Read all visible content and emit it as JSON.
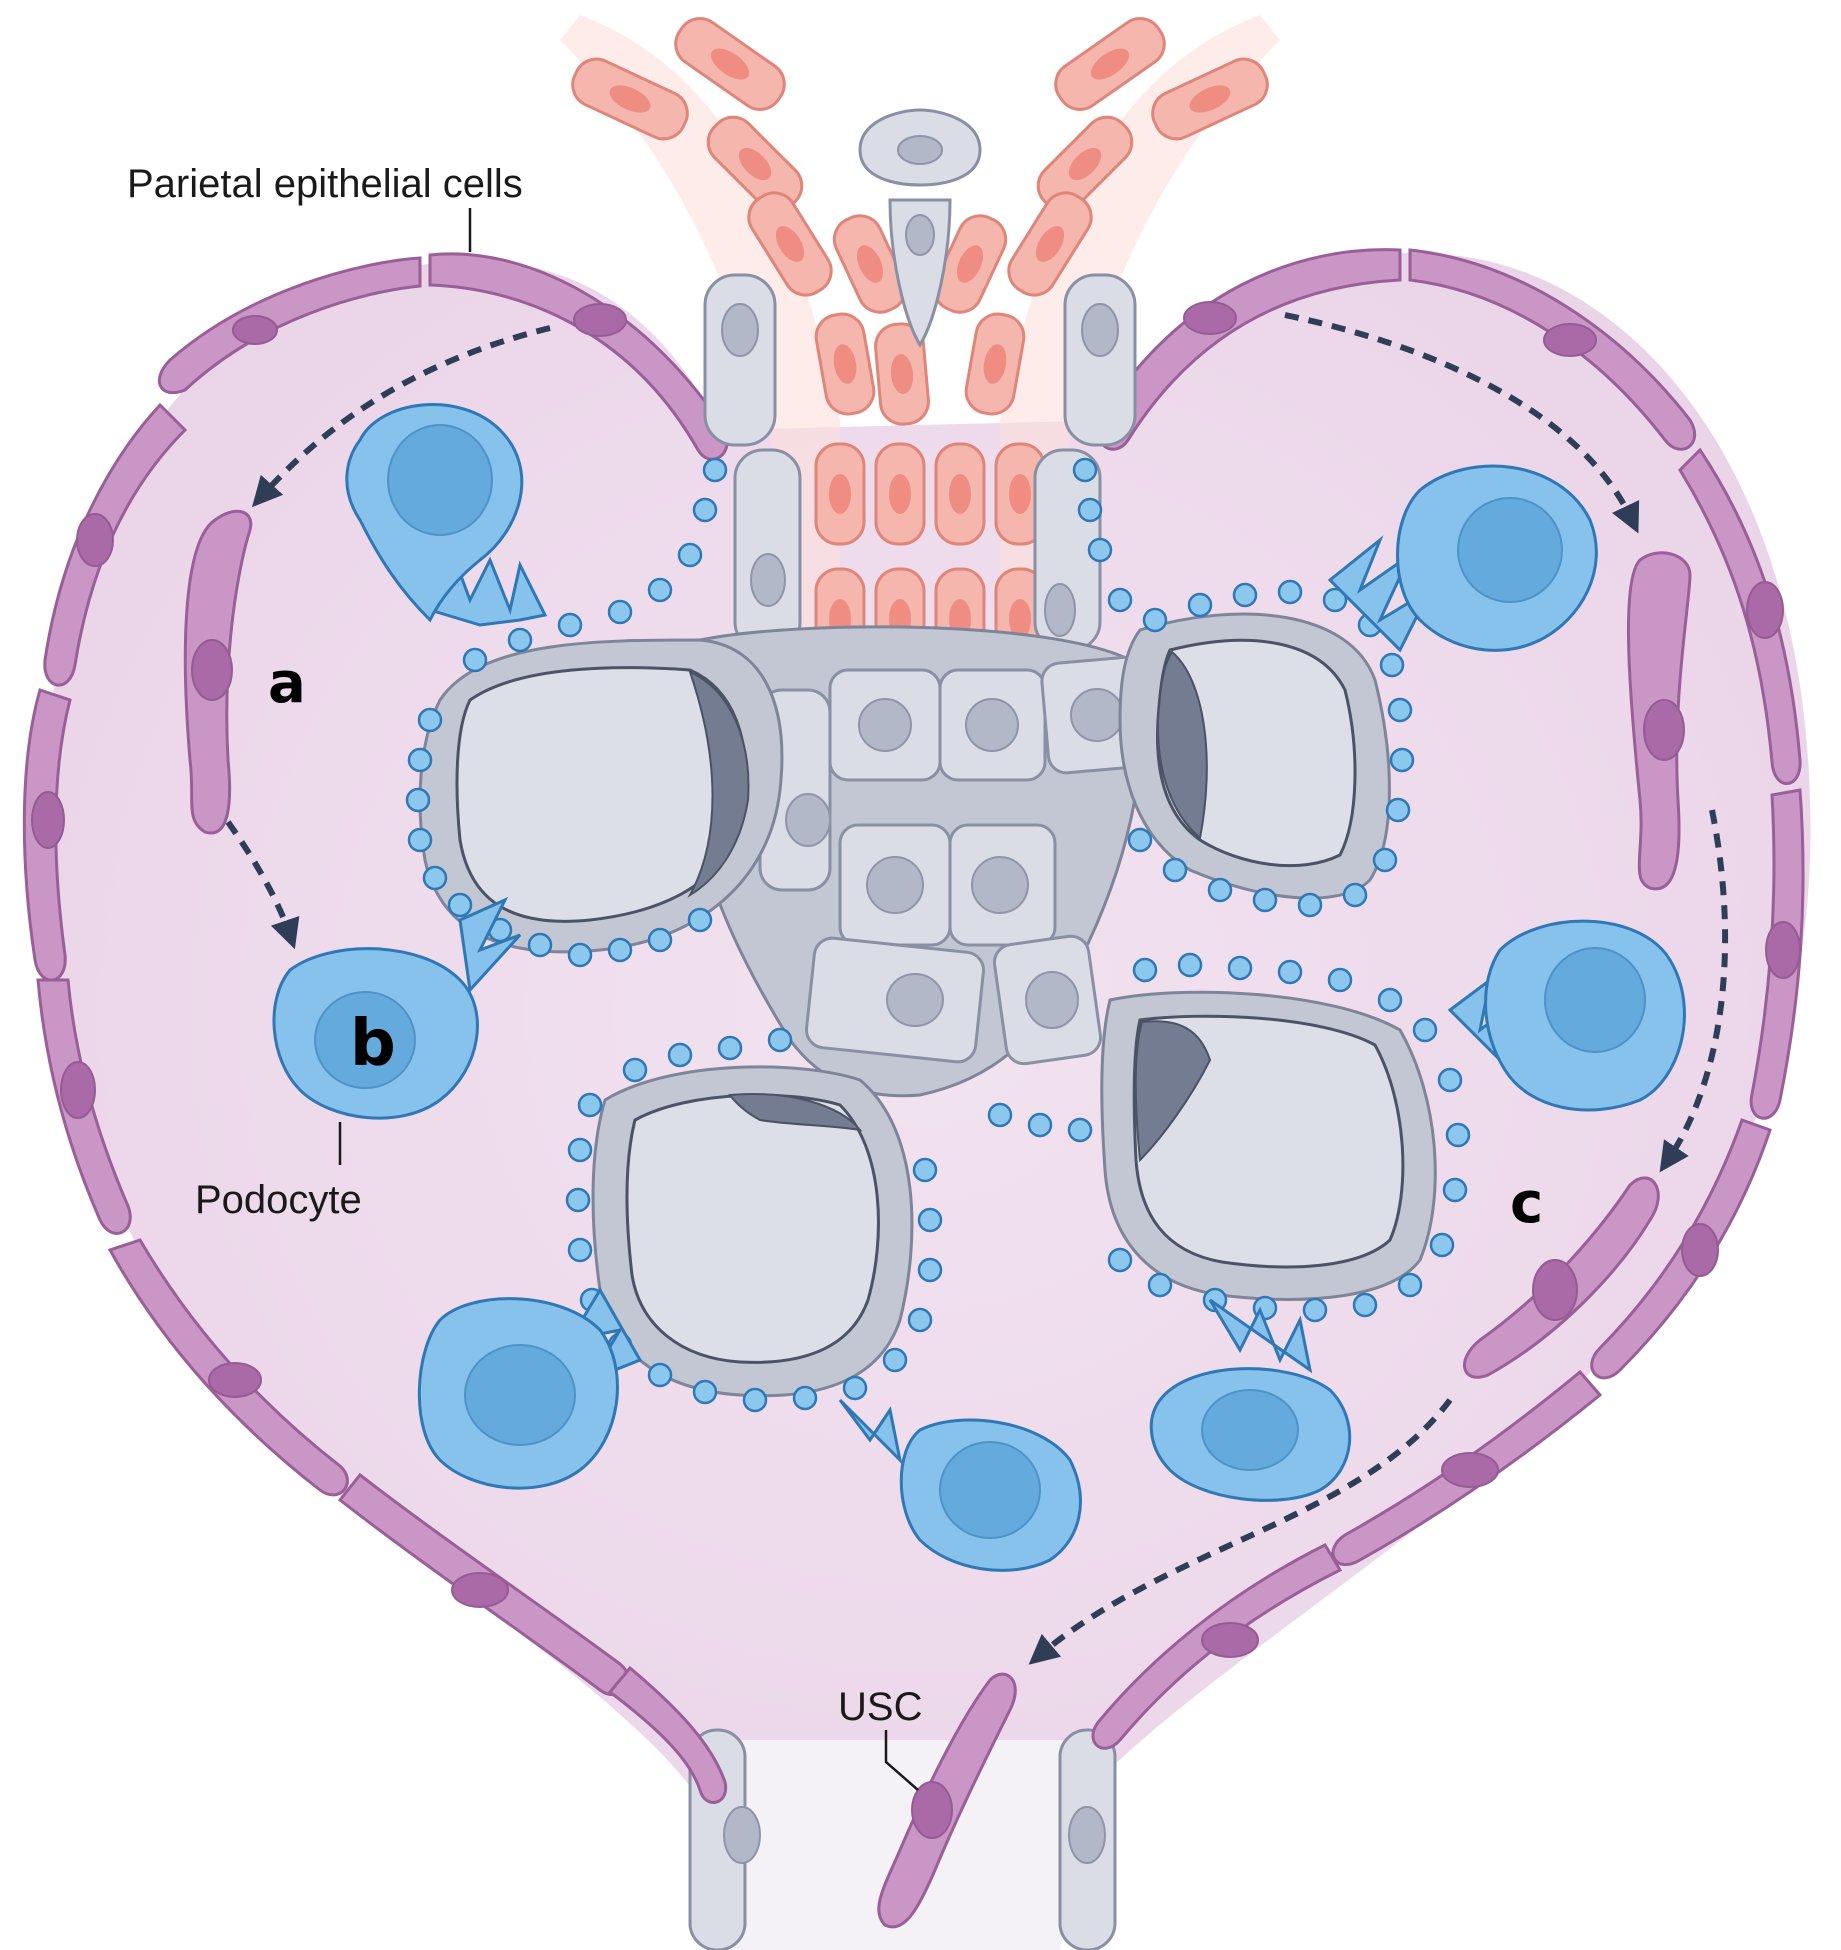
{
  "labels": {
    "parietal_epithelial_cells": "Parietal epithelial cells",
    "podocyte": "Podocyte",
    "usc": "USC",
    "a": "a",
    "b": "b",
    "c": "c"
  },
  "colors": {
    "background": "#f3e6f1",
    "parietal_epithelium": "#c996c6",
    "podocyte": "#86c2eb",
    "endothelium_mesangium": "#dadde6",
    "arteriole_smooth_muscle": "#f5b6ad",
    "arrow": "#2f3e56"
  },
  "icons": [
    "dashed-arrow-icon"
  ]
}
